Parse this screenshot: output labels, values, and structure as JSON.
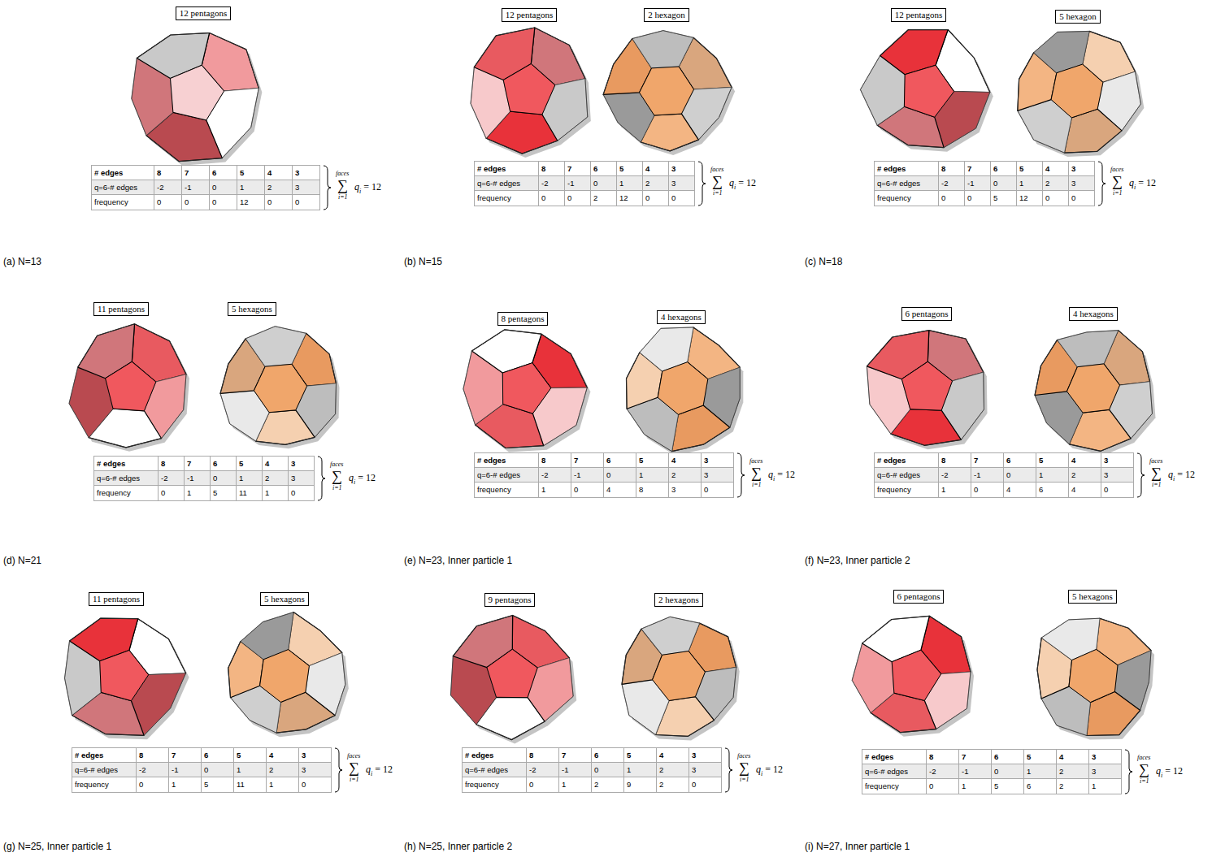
{
  "diagram": {
    "nodes": [
      {
        "text": [
          "12 pentagons"
        ]
      },
      {
        "text": [
          "12 pentagons"
        ]
      },
      {
        "text": [
          "2 hexagon"
        ]
      },
      {
        "text": [
          "12 pentagons"
        ]
      },
      {
        "text": [
          "5 hexagon"
        ]
      },
      {
        "text": [
          "11 pentagons"
        ]
      },
      {
        "text": [
          "5 hexagons"
        ]
      },
      {
        "text": [
          "8 pentagons"
        ]
      },
      {
        "text": [
          "4 hexagons"
        ]
      },
      {
        "text": [
          "6 pentagons"
        ]
      },
      {
        "text": [
          "4 hexagons"
        ]
      },
      {
        "text": [
          "11 pentagons"
        ]
      },
      {
        "text": [
          "5 hexagons"
        ]
      },
      {
        "text": [
          "9 pentagons"
        ]
      },
      {
        "text": [
          "2 hexagons"
        ]
      },
      {
        "text": [
          "6 pentagons"
        ]
      },
      {
        "text": [
          "5 hexagons"
        ]
      }
    ],
    "labels": [
      "# edges",
      "8",
      "7",
      "6",
      "5",
      "4",
      "3",
      "q=6-# edges",
      "-2",
      "-1",
      "0",
      "1",
      "2",
      "3",
      "frequency",
      "0",
      "0",
      "0",
      "12",
      "0",
      "0",
      "faces",
      "∑",
      "i=1",
      "q",
      "i",
      "= 12",
      "(a) N=13",
      "# edges",
      "8",
      "7",
      "6",
      "5",
      "4",
      "3",
      "q=6-# edges",
      "-2",
      "-1",
      "0",
      "1",
      "2",
      "3",
      "frequency",
      "0",
      "0",
      "2",
      "12",
      "0",
      "0",
      "faces",
      "∑",
      "i=1",
      "q",
      "i",
      "= 12",
      "(b) N=15",
      "# edges",
      "8",
      "7",
      "6",
      "5",
      "4",
      "3",
      "q=6-# edges",
      "-2",
      "-1",
      "0",
      "1",
      "2",
      "3",
      "frequency",
      "0",
      "0",
      "5",
      "12",
      "0",
      "0",
      "faces",
      "∑",
      "i=1",
      "q",
      "i",
      "= 12",
      "(c) N=18",
      "# edges",
      "8",
      "7",
      "6",
      "5",
      "4",
      "3",
      "q=6-# edges",
      "-2",
      "-1",
      "0",
      "1",
      "2",
      "3",
      "frequency",
      "0",
      "1",
      "5",
      "11",
      "1",
      "0",
      "faces",
      "∑",
      "i=1",
      "q",
      "i",
      "= 12",
      "(d) N=21",
      "# edges",
      "8",
      "7",
      "6",
      "5",
      "4",
      "3",
      "q=6-# edges",
      "-2",
      "-1",
      "0",
      "1",
      "2",
      "3",
      "frequency",
      "1",
      "0",
      "4",
      "8",
      "3",
      "0",
      "faces",
      "∑",
      "i=1",
      "q",
      "i",
      "= 12",
      "(e) N=23, Inner particle 1",
      "# edges",
      "8",
      "7",
      "6",
      "5",
      "4",
      "3",
      "q=6-# edges",
      "-2",
      "-1",
      "0",
      "1",
      "2",
      "3",
      "frequency",
      "1",
      "0",
      "4",
      "6",
      "4",
      "0",
      "faces",
      "∑",
      "i=1",
      "q",
      "i",
      "= 12",
      "(f) N=23, Inner particle 2",
      "# edges",
      "8",
      "7",
      "6",
      "5",
      "4",
      "3",
      "q=6-# edges",
      "-2",
      "-1",
      "0",
      "1",
      "2",
      "3",
      "frequency",
      "0",
      "1",
      "5",
      "11",
      "1",
      "0",
      "faces",
      "∑",
      "i=1",
      "q",
      "i",
      "= 12",
      "(g) N=25, Inner particle 1",
      "# edges",
      "8",
      "7",
      "6",
      "5",
      "4",
      "3",
      "q=6-# edges",
      "-2",
      "-1",
      "0",
      "1",
      "2",
      "3",
      "frequency",
      "0",
      "1",
      "2",
      "9",
      "2",
      "0",
      "faces",
      "∑",
      "i=1",
      "q",
      "i",
      "= 12",
      "(h) N=25, Inner particle 2",
      "# edges",
      "8",
      "7",
      "6",
      "5",
      "4",
      "3",
      "q=6-# edges",
      "-2",
      "-1",
      "0",
      "1",
      "2",
      "3",
      "frequency",
      "0",
      "1",
      "5",
      "6",
      "2",
      "1",
      "faces",
      "∑",
      "i=1",
      "q",
      "i",
      "= 12",
      "(i) N=27, Inner particle 1"
    ]
  }
}
